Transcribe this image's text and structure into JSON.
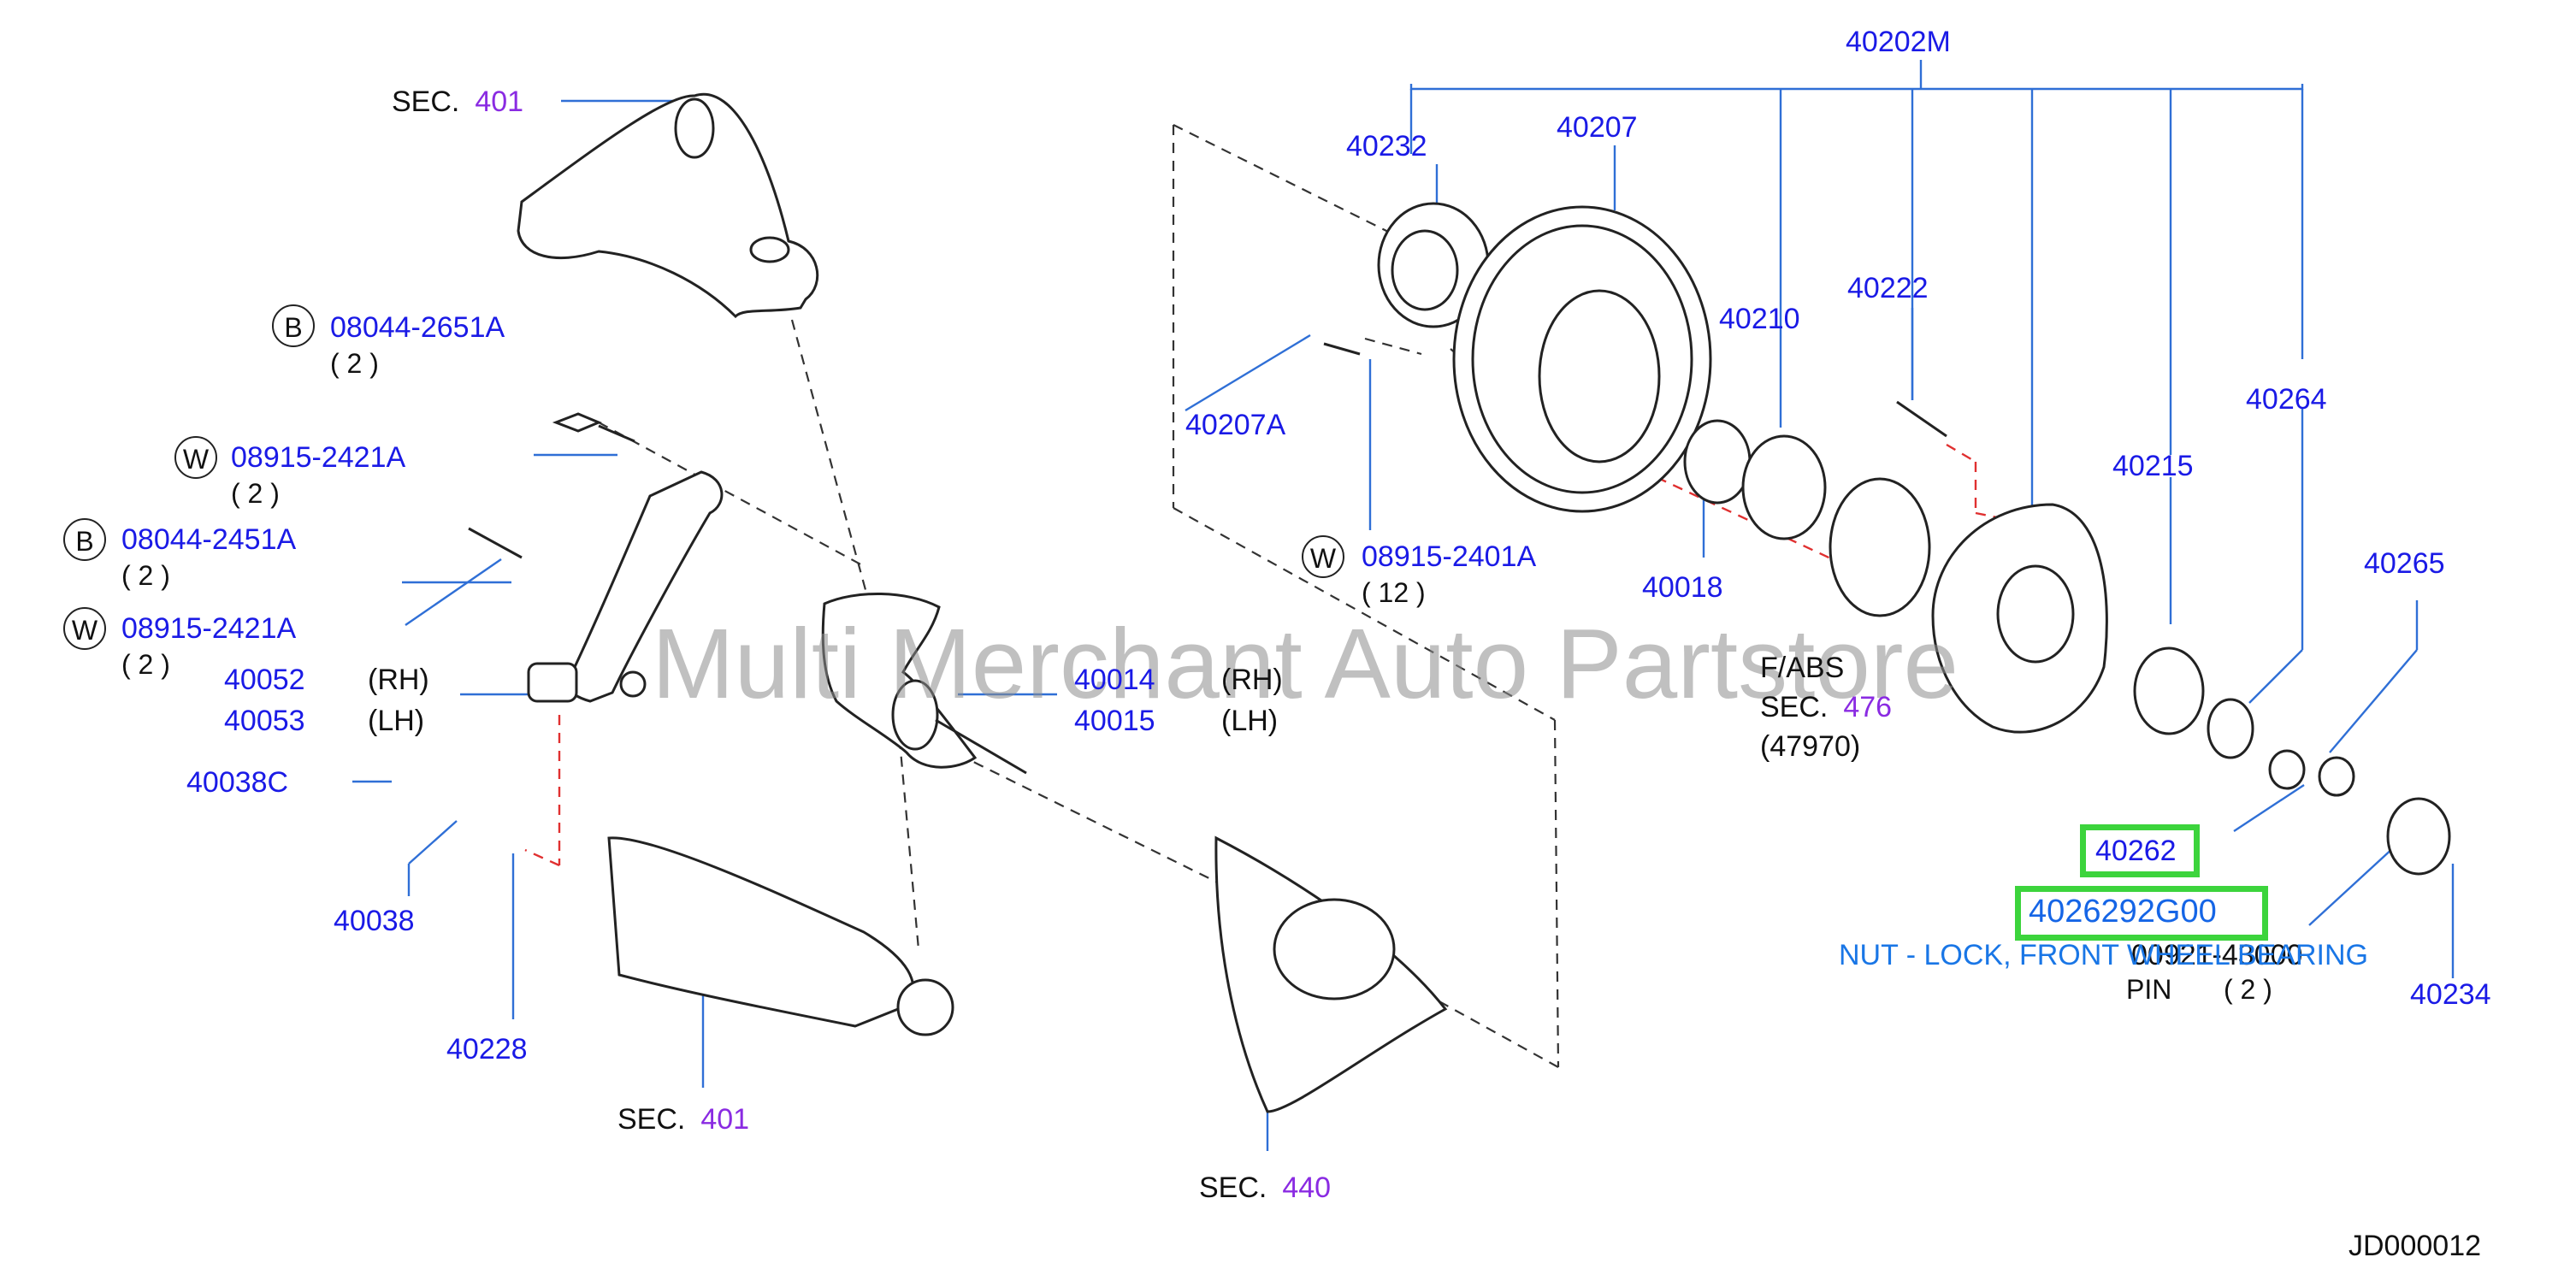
{
  "diagram": {
    "watermark": "Multi Merchant Auto Partstore",
    "code": "JD000012",
    "colors": {
      "part_number": "#1a1ae6",
      "section_number": "#8a2be2",
      "highlight": "#3cd43c",
      "leader": "#2f6fd6",
      "dashed_red": "#e03030"
    },
    "sections": {
      "sec_top": {
        "label": "SEC.",
        "num": "401"
      },
      "sec_bottom": {
        "label": "SEC.",
        "num": "401"
      },
      "sec_440": {
        "label": "SEC.",
        "num": "440"
      },
      "fabs": {
        "label": "F/ABS",
        "sec_label": "SEC.",
        "num": "476",
        "ref": "(47970)"
      }
    },
    "labels": {
      "p40202M": "40202M",
      "p40232": "40232",
      "p40207": "40207",
      "p40210": "40210",
      "p40222": "40222",
      "p40264": "40264",
      "p40215": "40215",
      "p40207A": "40207A",
      "p40018": "40018",
      "p40265": "40265",
      "p40052": "40052",
      "p40053": "40053",
      "rh1": "(RH)",
      "lh1": "(LH)",
      "p40014": "40014",
      "p40015": "40015",
      "rh2": "(RH)",
      "lh2": "(LH)",
      "p40038C": "40038C",
      "p40038": "40038",
      "p40228": "40228",
      "p40234": "40234",
      "pin": "PIN",
      "pin_qty": "( 2 )",
      "pin_num": "00921-43000"
    },
    "fasteners": [
      {
        "mark": "B",
        "number": "08044-2651A",
        "qty": "( 2 )"
      },
      {
        "mark": "W",
        "number": "08915-2421A",
        "qty": "( 2 )"
      },
      {
        "mark": "B",
        "number": "08044-2451A",
        "qty": "( 2 )"
      },
      {
        "mark": "W",
        "number": "08915-2421A",
        "qty": "( 2 )"
      },
      {
        "mark": "W",
        "number": "08915-2401A",
        "qty": "( 12 )"
      }
    ],
    "highlight": {
      "ref": "40262",
      "part_number": "4026292G00",
      "description": "NUT - LOCK, FRONT WHEEL BEARING"
    }
  }
}
